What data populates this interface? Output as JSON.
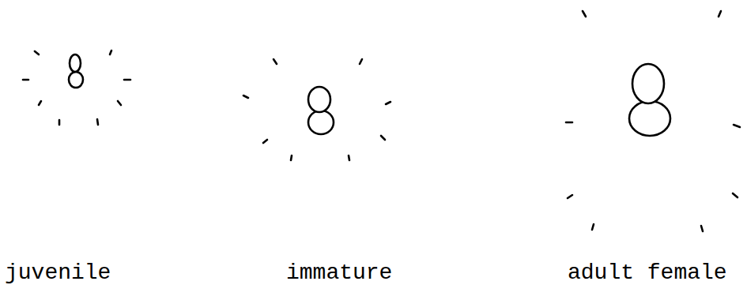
{
  "diagram": {
    "labels": [
      "juvenile",
      "immature",
      "adult female"
    ]
  }
}
